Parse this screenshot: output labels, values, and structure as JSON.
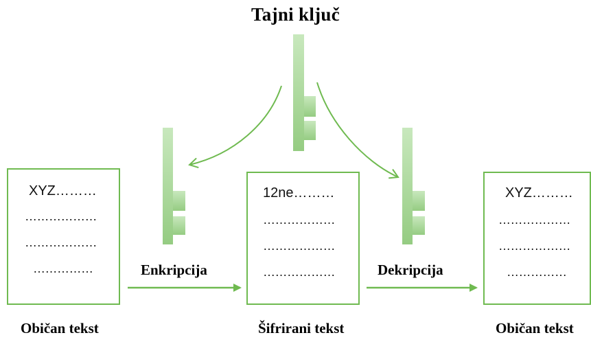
{
  "title": "Tajni ključ",
  "colors": {
    "key_green": "#a9d89a",
    "border_green": "#6fba50",
    "arrow_green": "#6fba50"
  },
  "documents": {
    "plain_left": {
      "first_line": "XYZ………",
      "dots": [
        "………………",
        "………………",
        "……………"
      ],
      "caption": "Običan tekst"
    },
    "cipher": {
      "first_line": "12ne………",
      "dots": [
        "………………",
        "………………",
        "………………"
      ],
      "caption": "Šifrirani tekst"
    },
    "plain_right": {
      "first_line": "XYZ………",
      "dots": [
        "………………",
        "………………",
        "……………"
      ],
      "caption": "Običan tekst"
    }
  },
  "steps": {
    "encrypt": "Enkripcija",
    "decrypt": "Dekripcija"
  },
  "icons": [
    "key-icon",
    "arrow-icon"
  ]
}
